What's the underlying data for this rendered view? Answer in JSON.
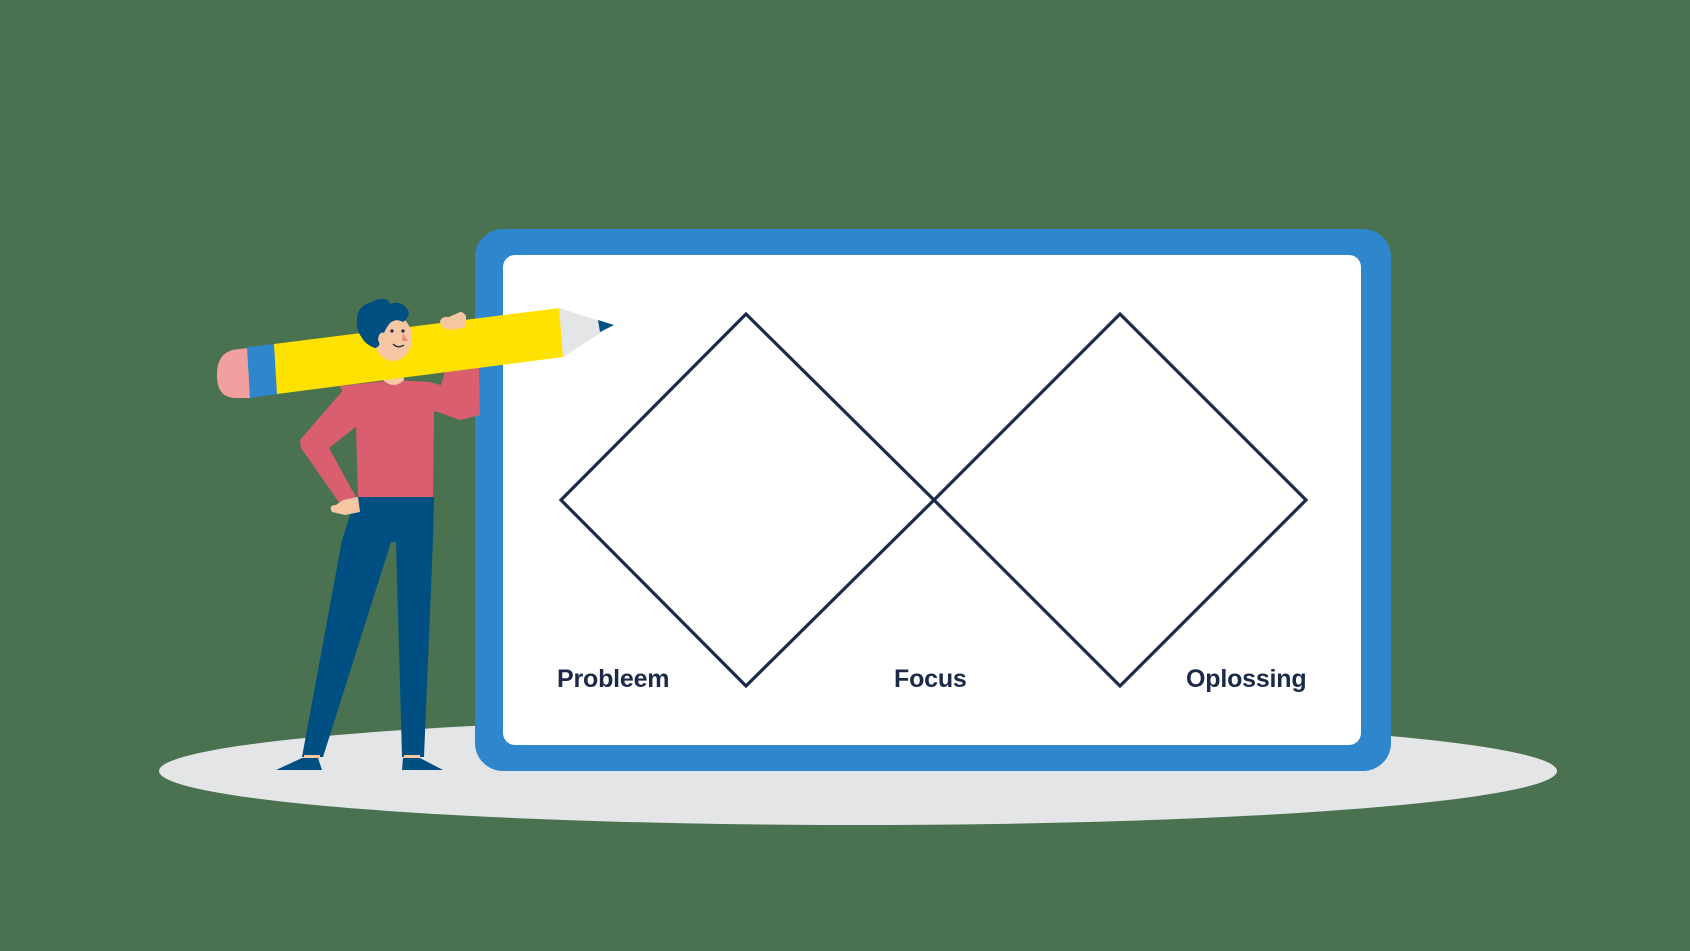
{
  "diagram": {
    "type": "double-diamond",
    "labels": {
      "left": "Probleem",
      "center": "Focus",
      "right": "Oplossing"
    }
  },
  "colors": {
    "background": "#4a7250",
    "board_frame": "#2e86cc",
    "board_surface": "#ffffff",
    "diamond_stroke": "#1c2a4a",
    "shadow": "#e4e5e7",
    "pencil_body": "#ffe200",
    "pencil_band": "#2e86cc",
    "pencil_eraser": "#f29f9f",
    "pencil_wood": "#e4e5e7",
    "pencil_lead": "#004f82",
    "shirt": "#d95f6f",
    "pants": "#004f82",
    "hair": "#004f82",
    "skin": "#f7c7a3"
  },
  "illustration": {
    "figure": "person-carrying-pencil",
    "board": "whiteboard"
  }
}
